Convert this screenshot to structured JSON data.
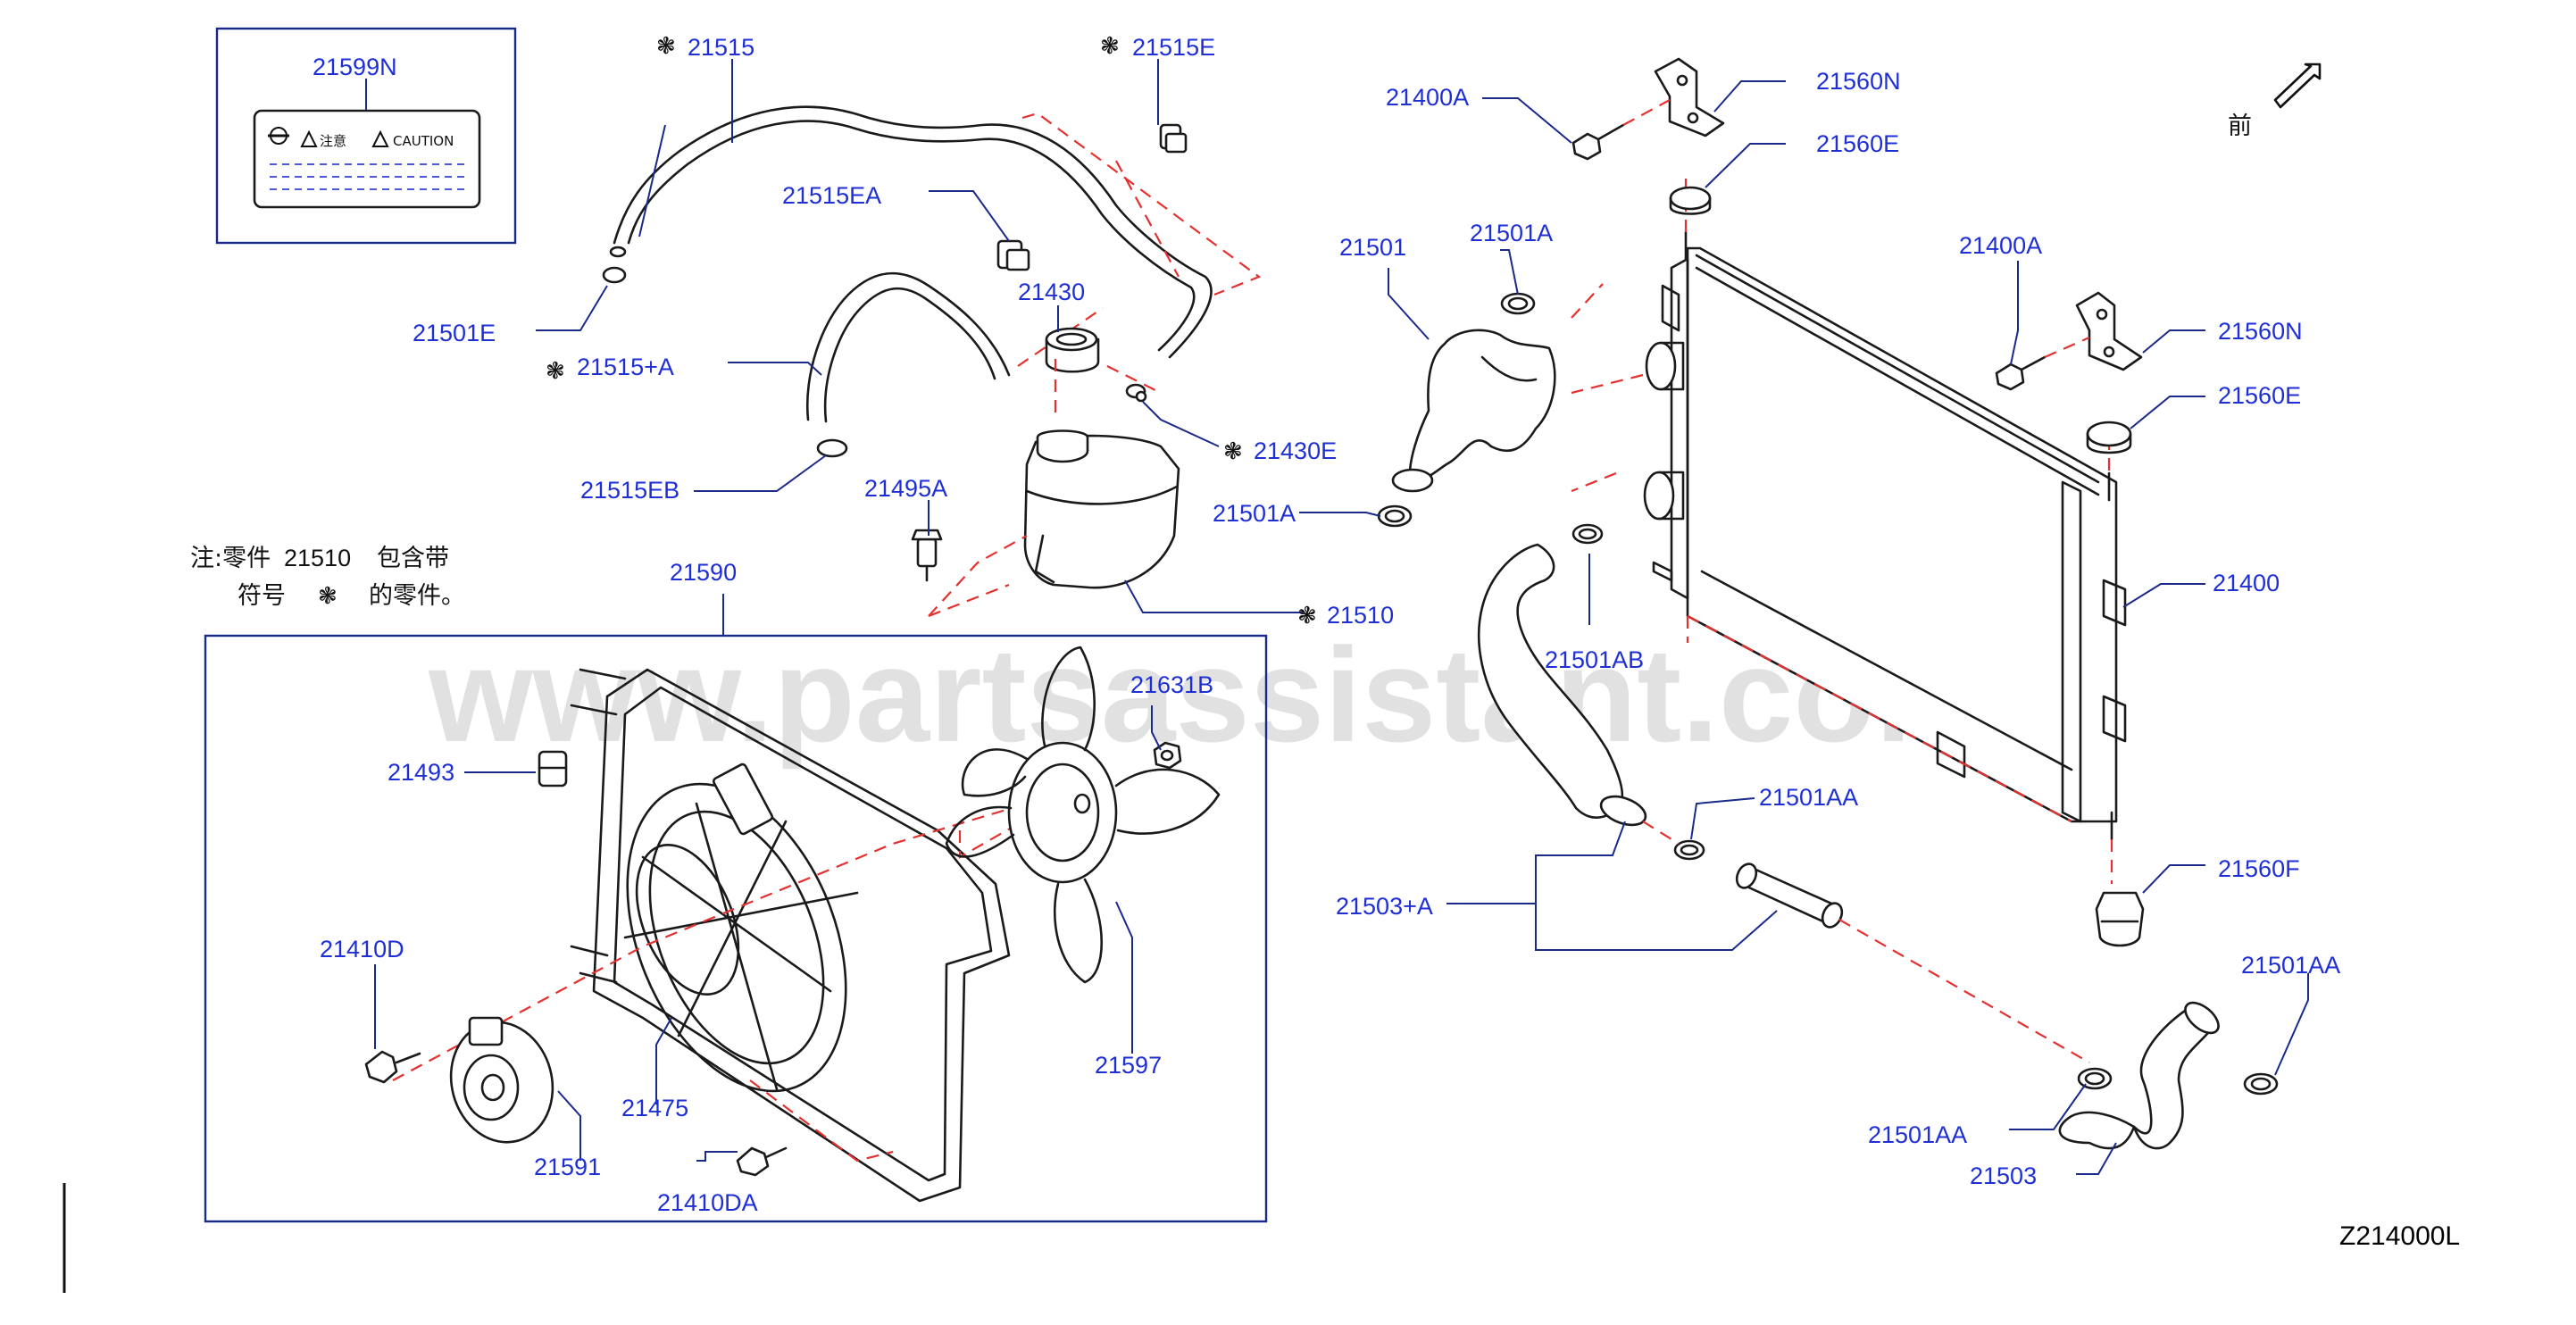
{
  "diagram_code": "Z214000L",
  "direction_label": "前",
  "watermark": "www.partsassistant.com",
  "caution_label": {
    "part_no": "21599N",
    "notice_text": "注意",
    "caution_text": "CAUTION"
  },
  "note": {
    "line1_prefix": "注:零件",
    "line1_part": "21510",
    "line1_suffix": "包含带",
    "line2_prefix": "符号",
    "line2_suffix": "的零件。"
  },
  "labels": {
    "p21515": "21515",
    "p21515E": "21515E",
    "p21515EA": "21515EA",
    "p21501E": "21501E",
    "p21430": "21430",
    "p21515A": "21515+A",
    "p21430E": "21430E",
    "p21515EB": "21515EB",
    "p21495A": "21495A",
    "p21510": "21510",
    "p21590": "21590",
    "p21631B": "21631B",
    "p21493": "21493",
    "p21410D": "21410D",
    "p21475": "21475",
    "p21591": "21591",
    "p21410DA": "21410DA",
    "p21597": "21597",
    "p21400A_1": "21400A",
    "p21560N_1": "21560N",
    "p21560E_1": "21560E",
    "p21501": "21501",
    "p21501A_1": "21501A",
    "p21400A_2": "21400A",
    "p21560N_2": "21560N",
    "p21560E_2": "21560E",
    "p21501A_2": "21501A",
    "p21400": "21400",
    "p21501AB": "21501AB",
    "p21501AA_1": "21501AA",
    "p21503A": "21503+A",
    "p21560F": "21560F",
    "p21501AA_2": "21501AA",
    "p21501AA_3": "21501AA",
    "p21503": "21503"
  }
}
